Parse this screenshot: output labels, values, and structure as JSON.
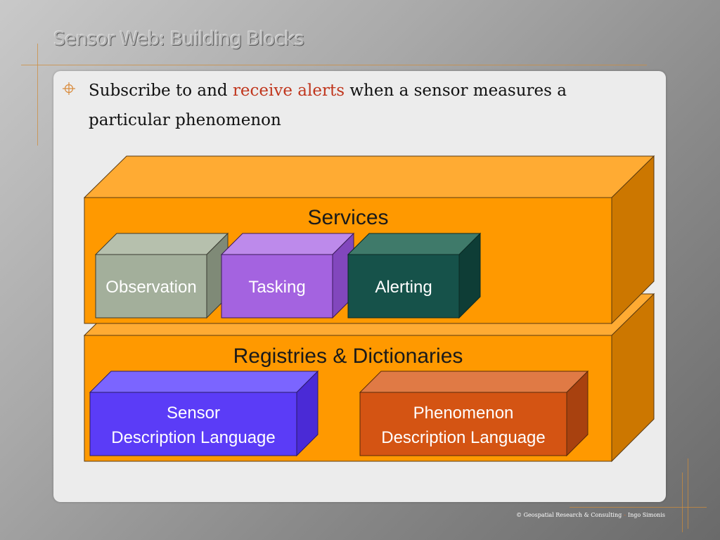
{
  "slide": {
    "title": "Sensor Web: Building Blocks"
  },
  "bullet": {
    "icon": "crosshair-bullet-icon",
    "text_before": "Subscribe to and ",
    "text_highlight": "receive alerts",
    "text_after": " when a sensor measures a particular phenomenon",
    "highlight_color": "#c0361d"
  },
  "diagram": {
    "services_layer": {
      "label": "Services",
      "color": "#ff9900",
      "blocks": [
        {
          "label": "Observation",
          "color": "#a3af9b"
        },
        {
          "label": "Tasking",
          "color": "#a463e0"
        },
        {
          "label": "Alerting",
          "color": "#16524a"
        }
      ]
    },
    "registries_layer": {
      "label": "Registries & Dictionaries",
      "color": "#ff9900",
      "blocks": [
        {
          "label_line1": "Sensor",
          "label_line2": "Description Language",
          "color": "#5b3cf7"
        },
        {
          "label_line1": "Phenomenon",
          "label_line2": "Description Language",
          "color": "#d45413"
        }
      ]
    }
  },
  "footer": {
    "left": "© Geospatial Research & Consulting",
    "separator": "-",
    "right": "Ingo Simonis"
  }
}
